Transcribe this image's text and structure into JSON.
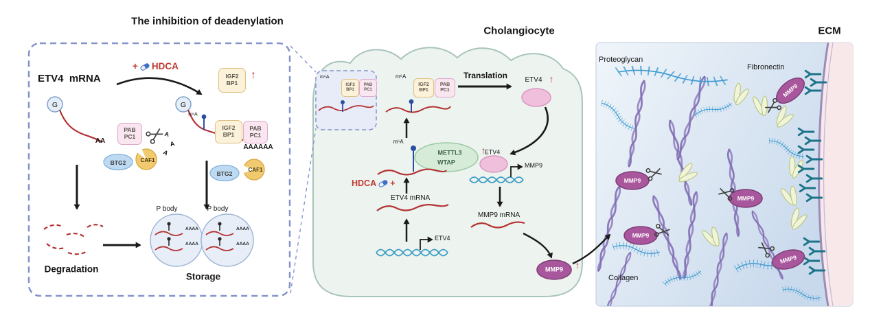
{
  "figure": {
    "left_panel": {
      "title": "The inhibition of deadenylation",
      "etv4_mrna_label": "ETV4  mRNA",
      "plus": "+",
      "hdca": "HDCA",
      "g_cap": "G",
      "m6a": "m⁶A",
      "aa_tail": "AA",
      "cut_a": "A",
      "polya_tail": "AAAAAA",
      "degradation_label": "Degradation",
      "storage_label": "Storage",
      "p_body_label": "P body",
      "short_polya": "AAAA"
    },
    "cell_panel": {
      "title": "Cholangiocyte",
      "m6a": "m⁶A",
      "translation_label": "Translation",
      "etv4_protein": "ETV4",
      "mettl3": "METTL3",
      "wtap": "WTAP",
      "hdca": "HDCA",
      "plus": "+",
      "etv4_mrna_label": "ETV4 mRNA",
      "etv4_gene_label": "ETV4",
      "mmp9_gene_label": "MMP9",
      "mmp9_mrna_label": "MMP9 mRNA",
      "mmp9_protein": "MMP9"
    },
    "ecm_panel": {
      "title": "ECM",
      "proteoglycan_label": "Proteoglycan",
      "fibronectin_label": "Fibronectin",
      "collagen_label": "Collagen",
      "mmp9_protein": "MMP9"
    },
    "molecules": {
      "igf2bp1_line1": "IGF2",
      "igf2bp1_line2": "BP1",
      "pabpc1_line1": "PAB",
      "pabpc1_line2": "PC1",
      "btg2": "BTG2",
      "caf1": "CAF1"
    },
    "icons": {
      "up_arrow": "↑"
    },
    "colors": {
      "hdca_red": "#c13a32",
      "mrna_red": "#b33131",
      "m6a_blue": "#2b4ea0",
      "dna_blue": "#3d9fc4",
      "mmp9_purple": "#a9579d",
      "cell_fill": "#edf3ef",
      "dashed_blue": "#8593cb"
    }
  }
}
